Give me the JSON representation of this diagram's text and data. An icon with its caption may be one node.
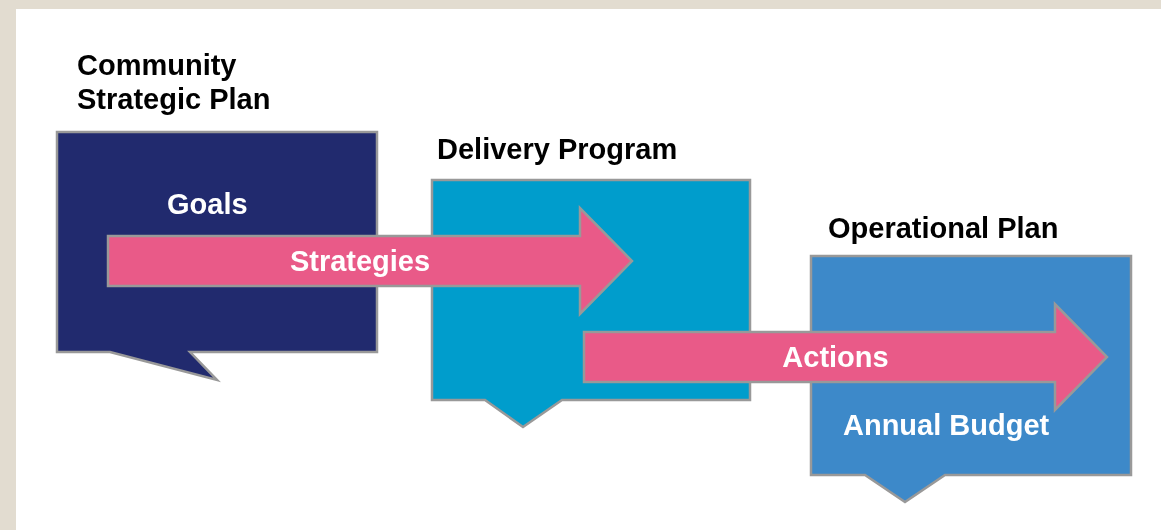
{
  "diagram": {
    "nodes": [
      {
        "text": [
          "Community Strategic Plan",
          "Goals"
        ]
      },
      {
        "text": [
          "Delivery Program"
        ]
      },
      {
        "text": [
          "Operational Plan",
          "Annual Budget"
        ]
      }
    ],
    "edges": [
      {
        "from": 0,
        "to": 1,
        "arrow": "to",
        "label": "Strategies",
        "style": "thick"
      },
      {
        "from": 1,
        "to": 2,
        "arrow": "to",
        "label": "Actions",
        "style": "thick"
      }
    ]
  }
}
